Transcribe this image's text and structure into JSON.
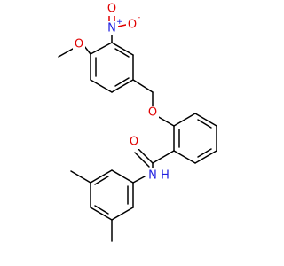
{
  "molecule": {
    "atoms": {
      "o_methoxy": {
        "text": "O",
        "color": "#e00000"
      },
      "n_nitro": {
        "text": "N",
        "charge": "+",
        "color": "#2020e0"
      },
      "o_nitro_top": {
        "text": "O",
        "color": "#e00000"
      },
      "o_nitro_right": {
        "text": "O",
        "charge": "-",
        "color": "#e00000"
      },
      "o_ether": {
        "text": "O",
        "color": "#e00000"
      },
      "o_carbonyl": {
        "text": "O",
        "color": "#e00000"
      },
      "n_amide": {
        "text": "N",
        "color": "#2020e0"
      },
      "h_amide": {
        "text": "H",
        "color": "#2020e0"
      }
    }
  }
}
